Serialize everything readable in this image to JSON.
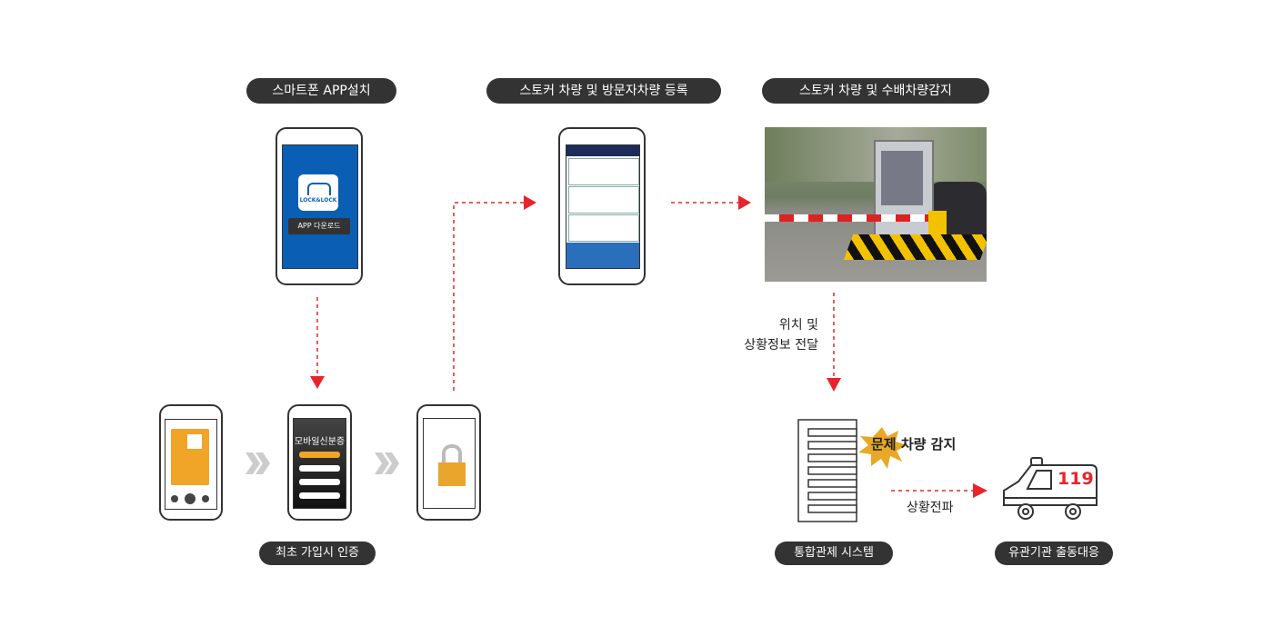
{
  "steps": {
    "install": "스마트폰 APP설치",
    "register": "스토커 차량 및 방문자차량 등록",
    "detect": "스토커 차량 및 수배차량감지",
    "first_auth": "최초 가입시 인증",
    "control": "통합관제 시스템",
    "response": "유관기관 출동대응"
  },
  "phone_app": {
    "logo": "LOCK&LOCK",
    "download_button": "APP 다운로드"
  },
  "id_phone": {
    "title": "모바일신분증"
  },
  "labels": {
    "location_line1": "위치 및",
    "location_line2": "상황정보 전달",
    "problem": "문제 차량 감지",
    "spread": "상황전파",
    "ambulance_number": "119"
  },
  "colors": {
    "pill": "#333333",
    "arrow": "#e8242b",
    "screen_blue": "#0a5fb4",
    "accent_orange": "#f0a428"
  }
}
